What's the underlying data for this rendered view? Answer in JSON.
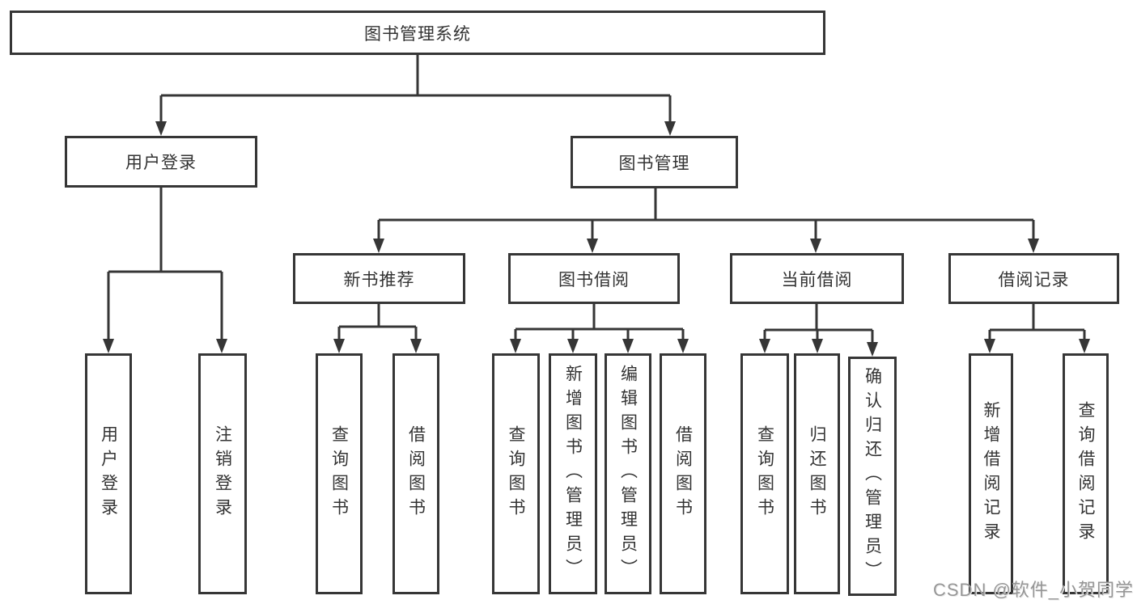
{
  "diagram": {
    "root": {
      "label": "图书管理系统"
    },
    "level2": [
      {
        "label": "用户登录"
      },
      {
        "label": "图书管理"
      }
    ],
    "level3": [
      {
        "label": "新书推荐"
      },
      {
        "label": "图书借阅"
      },
      {
        "label": "当前借阅"
      },
      {
        "label": "借阅记录"
      }
    ],
    "leaves": {
      "user_login": [
        {
          "label": "用户登录"
        },
        {
          "label": "注销登录"
        }
      ],
      "new_book": [
        {
          "label": "查询图书"
        },
        {
          "label": "借阅图书"
        }
      ],
      "book_borrow": [
        {
          "label": "查询图书"
        },
        {
          "label": "新增图书（管理员）"
        },
        {
          "label": "编辑图书（管理员）"
        },
        {
          "label": "借阅图书"
        }
      ],
      "current_borrow": [
        {
          "label": "查询图书"
        },
        {
          "label": "归还图书"
        },
        {
          "label": "确认归还（管理员）"
        }
      ],
      "borrow_record": [
        {
          "label": "新增借阅记录"
        },
        {
          "label": "查询借阅记录"
        }
      ]
    }
  },
  "colors": {
    "line": "#363636",
    "text": "#333333",
    "watermark": "#969696",
    "background": "#ffffff"
  },
  "watermark": {
    "text": "CSDN @软件_小贺同学"
  }
}
